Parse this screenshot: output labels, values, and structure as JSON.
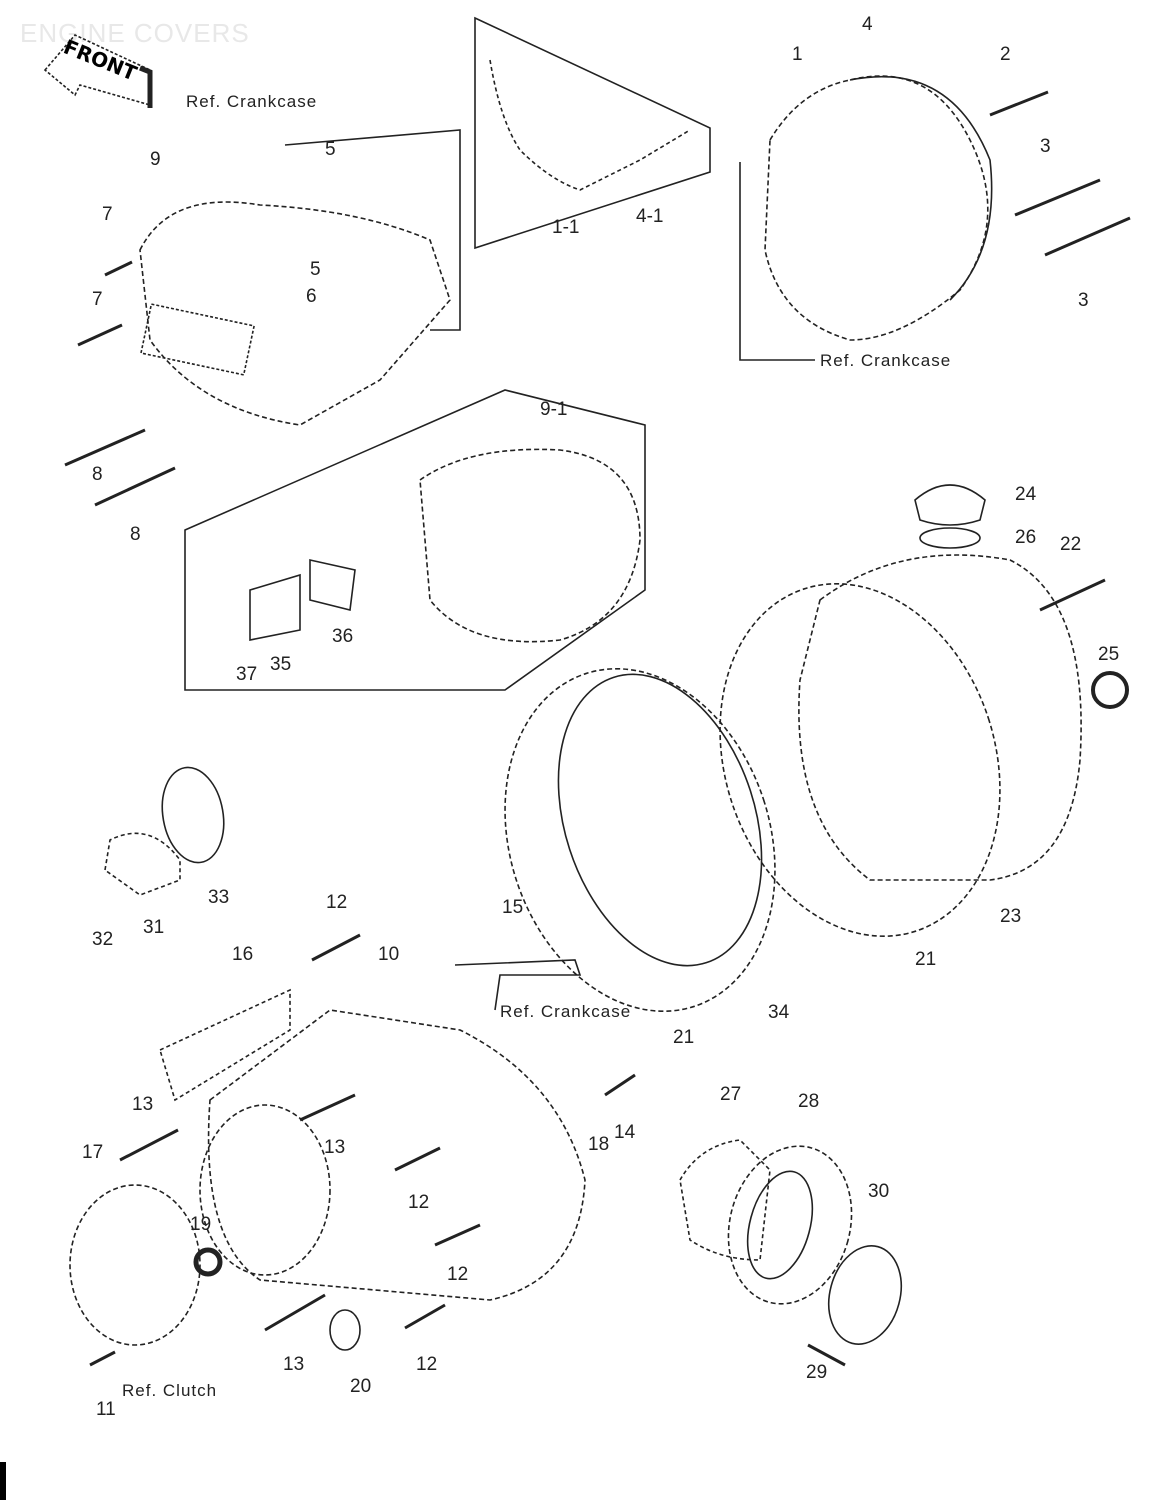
{
  "title": "ENGINE COVERS",
  "front_sign": "FRONT",
  "labels": [
    "Ref. Crankcase",
    "9",
    "5",
    "7",
    "7",
    "5",
    "6",
    "8",
    "8",
    "1-1",
    "4-1",
    "1",
    "4",
    "2",
    "3",
    "3",
    "Ref. Crankcase",
    "9-1",
    "24",
    "26",
    "22",
    "25",
    "36",
    "35",
    "37",
    "33",
    "31",
    "32",
    "12",
    "10",
    "16",
    "15",
    "Ref. Crankcase",
    "21",
    "34",
    "21",
    "23",
    "13",
    "13",
    "12",
    "12",
    "17",
    "19",
    "18",
    "14",
    "27",
    "28",
    "30",
    "29",
    "13",
    "20",
    "12",
    "11",
    "Ref. Clutch"
  ]
}
